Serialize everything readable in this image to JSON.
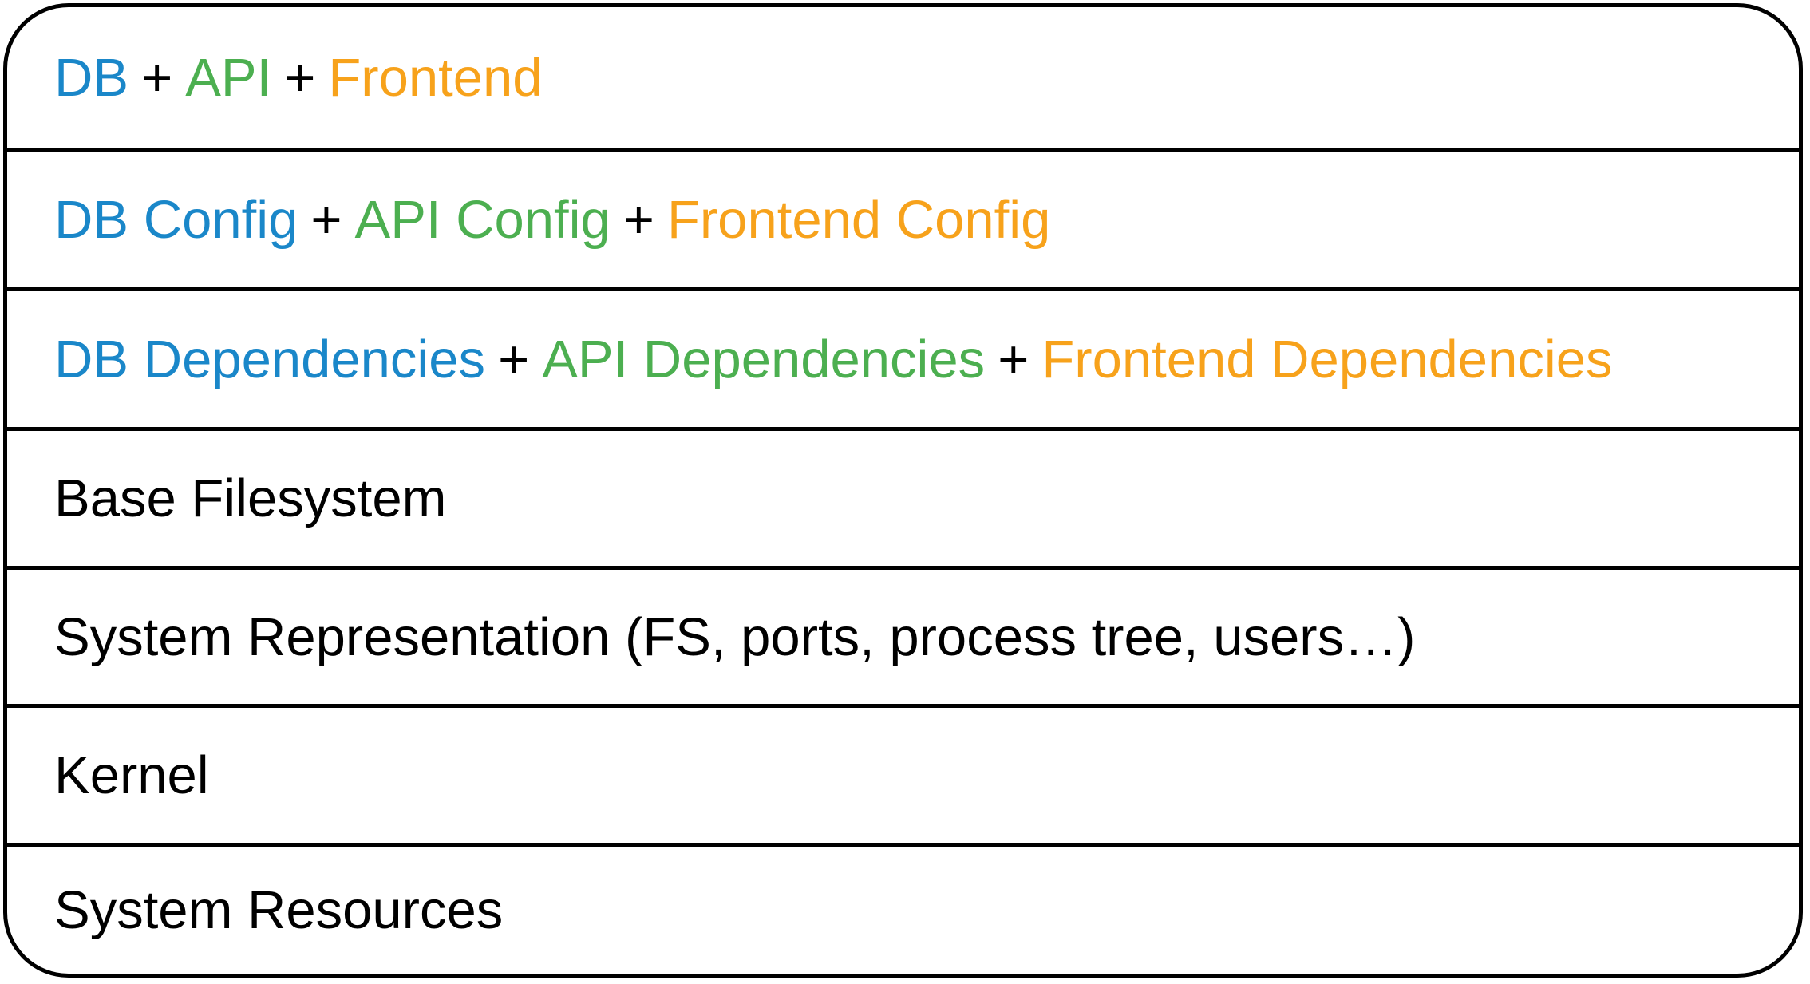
{
  "colors": {
    "db": "#1a87c9",
    "api": "#4caf50",
    "frontend": "#f7a21b",
    "text": "#000000",
    "border": "#000000"
  },
  "layers": [
    {
      "parts": [
        {
          "text": "DB",
          "color": "db"
        },
        {
          "text": "+",
          "color": "text"
        },
        {
          "text": "API",
          "color": "api"
        },
        {
          "text": "+",
          "color": "text"
        },
        {
          "text": "Frontend",
          "color": "frontend"
        }
      ]
    },
    {
      "parts": [
        {
          "text": "DB Config",
          "color": "db"
        },
        {
          "text": "+",
          "color": "text"
        },
        {
          "text": "API Config",
          "color": "api"
        },
        {
          "text": "+",
          "color": "text"
        },
        {
          "text": "Frontend Config",
          "color": "frontend"
        }
      ]
    },
    {
      "parts": [
        {
          "text": "DB Dependencies",
          "color": "db"
        },
        {
          "text": "+",
          "color": "text"
        },
        {
          "text": "API Dependencies",
          "color": "api"
        },
        {
          "text": "+",
          "color": "text"
        },
        {
          "text": "Frontend Dependencies",
          "color": "frontend"
        }
      ]
    },
    {
      "label": "Base Filesystem"
    },
    {
      "label": "System Representation (FS, ports, process tree, users…)"
    },
    {
      "label": "Kernel"
    },
    {
      "label": "System Resources"
    }
  ]
}
